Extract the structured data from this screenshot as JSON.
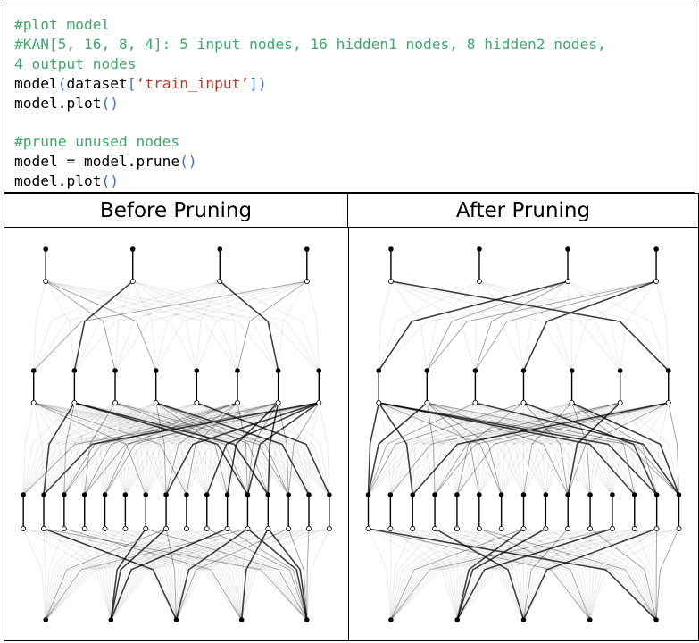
{
  "code": {
    "lines": [
      [
        {
          "t": "#plot model",
          "c": "comment"
        }
      ],
      [
        {
          "t": "#KAN[5, 16, 8, 4]: 5 input nodes, 16 hidden1 nodes, 8 hidden2 nodes,",
          "c": "comment"
        }
      ],
      [
        {
          "t": "4 output nodes",
          "c": "comment"
        }
      ],
      [
        {
          "t": "model",
          "c": ""
        },
        {
          "t": "(",
          "c": "paren"
        },
        {
          "t": "dataset",
          "c": ""
        },
        {
          "t": "[",
          "c": "paren"
        },
        {
          "t": "‘train_input’",
          "c": "string"
        },
        {
          "t": "])",
          "c": "paren"
        }
      ],
      [
        {
          "t": "model.plot",
          "c": ""
        },
        {
          "t": "()",
          "c": "paren"
        }
      ],
      [
        {
          "t": "",
          "c": ""
        }
      ],
      [
        {
          "t": "#prune unused nodes",
          "c": "comment"
        }
      ],
      [
        {
          "t": "model = model.prune",
          "c": ""
        },
        {
          "t": "()",
          "c": "paren"
        }
      ],
      [
        {
          "t": "model.plot",
          "c": ""
        },
        {
          "t": "()",
          "c": "paren"
        }
      ]
    ]
  },
  "panels": {
    "before": {
      "title": "Before Pruning",
      "layers": [
        5,
        16,
        8,
        4
      ],
      "active": [
        [
          0,
          1,
          2,
          3,
          4
        ],
        [
          0,
          1,
          2,
          3,
          4,
          5,
          6,
          7,
          8,
          9,
          10,
          11,
          12,
          13,
          14,
          15
        ],
        [
          0,
          1,
          2,
          3,
          4,
          5,
          6,
          7
        ],
        [
          0,
          1,
          2,
          3
        ]
      ]
    },
    "after": {
      "title": "After Pruning",
      "layers": [
        5,
        15,
        7,
        4
      ],
      "active": [
        [
          0,
          1,
          2,
          3,
          4
        ],
        [
          0,
          1,
          2,
          3,
          4,
          5,
          6,
          7,
          8,
          9,
          10,
          11,
          12,
          13,
          14
        ],
        [
          0,
          1,
          2,
          3,
          4,
          5,
          6
        ],
        [
          0,
          1,
          2,
          3
        ]
      ]
    }
  }
}
